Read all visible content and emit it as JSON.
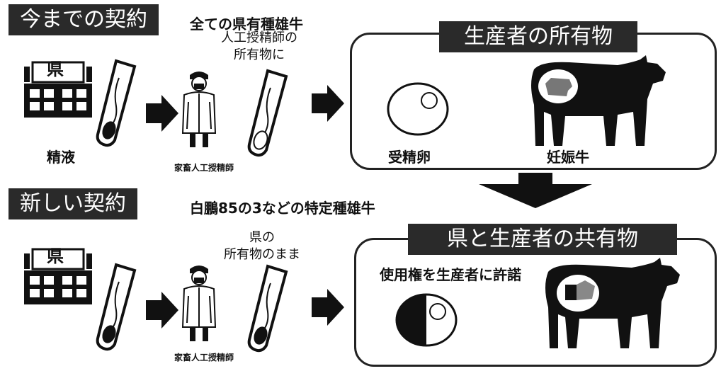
{
  "top": {
    "contract_label": "今までの契約",
    "bull_label": "全ての県有種雄牛",
    "pref_label": "県",
    "semen_label": "精液",
    "technician_label": "家畜人工授精師",
    "ownership_note": "人工授精師の\n所有物に",
    "panel_title": "生産者の所有物",
    "egg_label": "受精卵",
    "cow_label": "妊娠牛"
  },
  "bottom": {
    "contract_label": "新しい契約",
    "bull_label": "白鵬85の3などの特定種雄牛",
    "pref_label": "県",
    "technician_label": "家畜人工授精師",
    "ownership_note": "県の\n所有物のまま",
    "panel_title": "県と生産者の共有物",
    "license_label": "使用権を生産者に許諾"
  }
}
